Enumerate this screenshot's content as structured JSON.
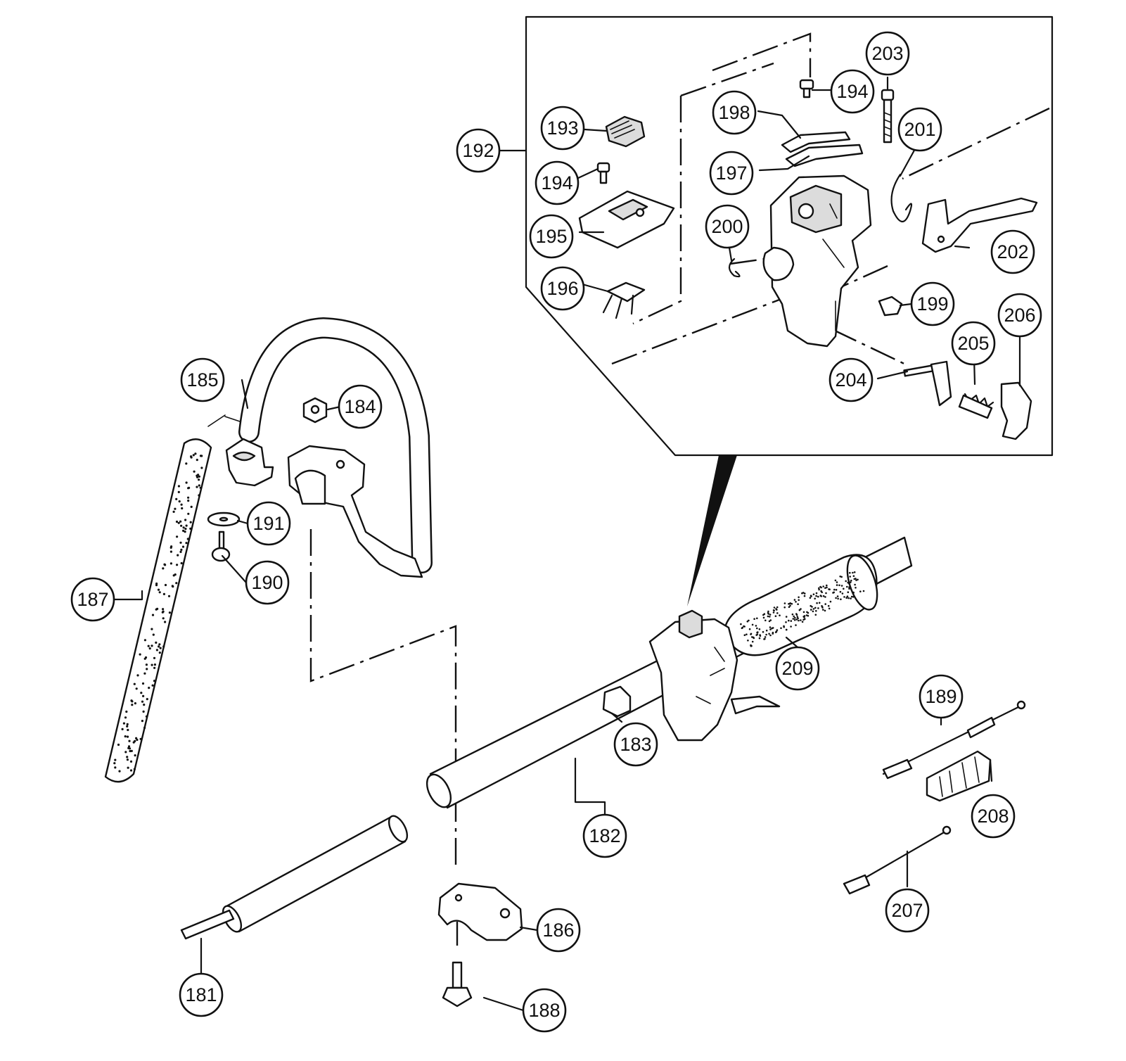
{
  "callouts": [
    {
      "id": "181",
      "label": "181"
    },
    {
      "id": "182",
      "label": "182"
    },
    {
      "id": "183",
      "label": "183"
    },
    {
      "id": "184",
      "label": "184"
    },
    {
      "id": "185",
      "label": "185"
    },
    {
      "id": "186",
      "label": "186"
    },
    {
      "id": "187",
      "label": "187"
    },
    {
      "id": "188",
      "label": "188"
    },
    {
      "id": "189",
      "label": "189"
    },
    {
      "id": "190",
      "label": "190"
    },
    {
      "id": "191",
      "label": "191"
    },
    {
      "id": "192",
      "label": "192"
    },
    {
      "id": "193",
      "label": "193"
    },
    {
      "id": "194a",
      "label": "194"
    },
    {
      "id": "194b",
      "label": "194"
    },
    {
      "id": "195",
      "label": "195"
    },
    {
      "id": "196",
      "label": "196"
    },
    {
      "id": "197",
      "label": "197"
    },
    {
      "id": "198",
      "label": "198"
    },
    {
      "id": "199",
      "label": "199"
    },
    {
      "id": "200",
      "label": "200"
    },
    {
      "id": "201",
      "label": "201"
    },
    {
      "id": "202",
      "label": "202"
    },
    {
      "id": "203",
      "label": "203"
    },
    {
      "id": "204",
      "label": "204"
    },
    {
      "id": "205",
      "label": "205"
    },
    {
      "id": "206",
      "label": "206"
    },
    {
      "id": "207",
      "label": "207"
    },
    {
      "id": "208",
      "label": "208"
    },
    {
      "id": "209",
      "label": "209"
    }
  ]
}
